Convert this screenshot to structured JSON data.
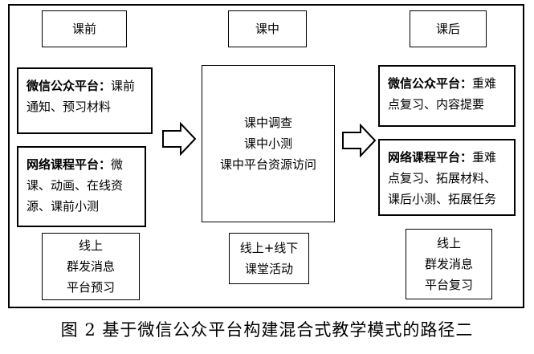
{
  "columns": {
    "before": {
      "header": "课前",
      "wechat": {
        "label": "微信公众平台：",
        "text": "课前通知、预习材料"
      },
      "network": {
        "label": "网络课程平台：",
        "text": "微课、动画、在线资源、课前小测"
      },
      "bottom": [
        "线上",
        "群发消息",
        "平台预习"
      ]
    },
    "during": {
      "header": "课中",
      "main": [
        "课中调查",
        "课中小测",
        "课中平台资源访问"
      ],
      "bottom": [
        "线上+线下",
        "课堂活动"
      ]
    },
    "after": {
      "header": "课后",
      "wechat": {
        "label": "微信公众平台：",
        "text": "重难点复习、内容提要"
      },
      "network": {
        "label": "网络课程平台：",
        "text": "重难点复习、拓展材料、课后小测、拓展任务"
      },
      "bottom": [
        "线上",
        "群发消息",
        "平台复习"
      ]
    }
  },
  "caption": "图 2  基于微信公众平台构建混合式教学模式的路径二"
}
